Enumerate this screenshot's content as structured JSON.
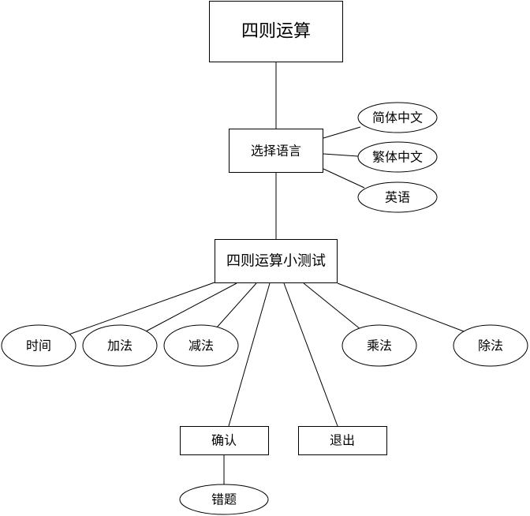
{
  "diagram": {
    "nodes": {
      "root": "四则运算",
      "language": "选择语言",
      "simplified": "简体中文",
      "traditional": "繁体中文",
      "english": "英语",
      "quiz": "四则运算小测试",
      "time": "时间",
      "add": "加法",
      "subtract": "减法",
      "multiply": "乘法",
      "divide": "除法",
      "confirm": "确认",
      "exit": "退出",
      "mistakes": "错题"
    }
  }
}
